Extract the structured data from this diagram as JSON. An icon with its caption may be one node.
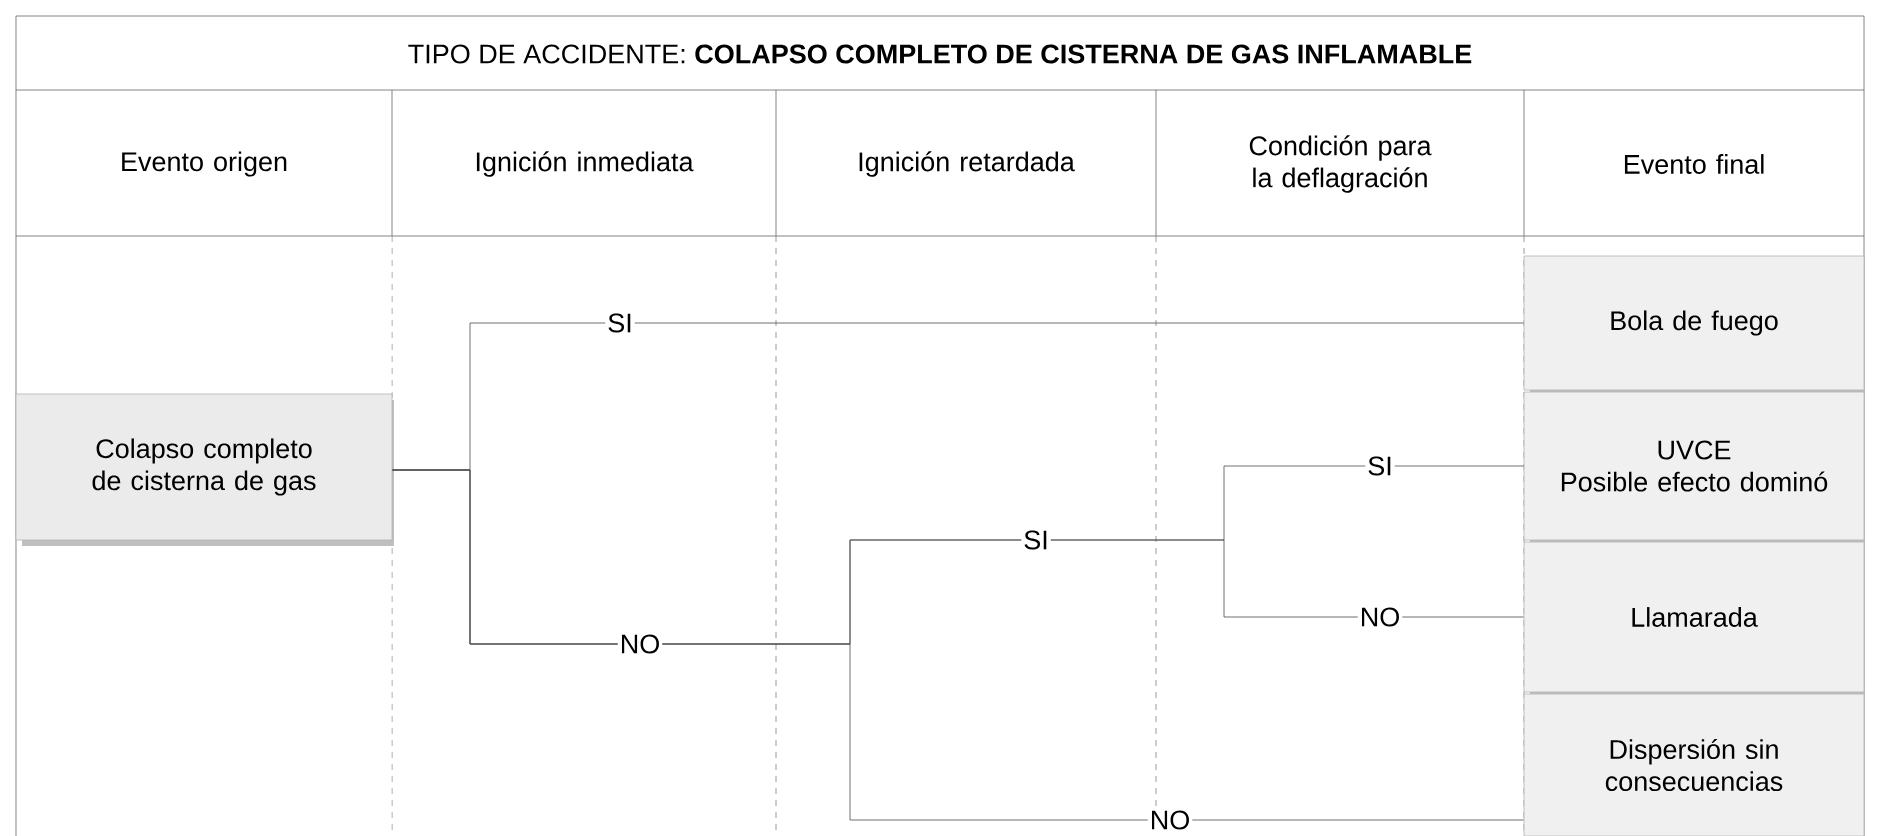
{
  "diagram": {
    "title": "TIPO DE ACCIDENTE: **COLAPSO COMPLETO DE CISTERNA DE GAS INFLAMABLE**",
    "nodes": [
      {
        "text": [
          "Colapso completo de cisterna de gas"
        ]
      },
      {
        "text": [
          "Bola de fuego"
        ]
      },
      {
        "text": [
          "UVCE",
          "Posible efecto dominó"
        ]
      },
      {
        "text": [
          "Llamarada"
        ]
      },
      {
        "text": [
          "Dispersión sin consecuencias"
        ]
      }
    ],
    "edges": [
      {
        "from": 0,
        "to": 1,
        "arrow": "none",
        "label": "SI"
      },
      {
        "from": 0,
        "to": 2,
        "arrow": "none",
        "label": "SI"
      },
      {
        "from": 0,
        "to": 3,
        "arrow": "none",
        "label": "NO"
      },
      {
        "from": 0,
        "to": 4,
        "arrow": "none",
        "label": "NO"
      }
    ],
    "labels": [
      "Evento origen",
      "Ignición inmediata",
      "Ignición retardada",
      "Condición para la deflagración",
      "Evento final",
      "NO",
      "SI"
    ]
  }
}
